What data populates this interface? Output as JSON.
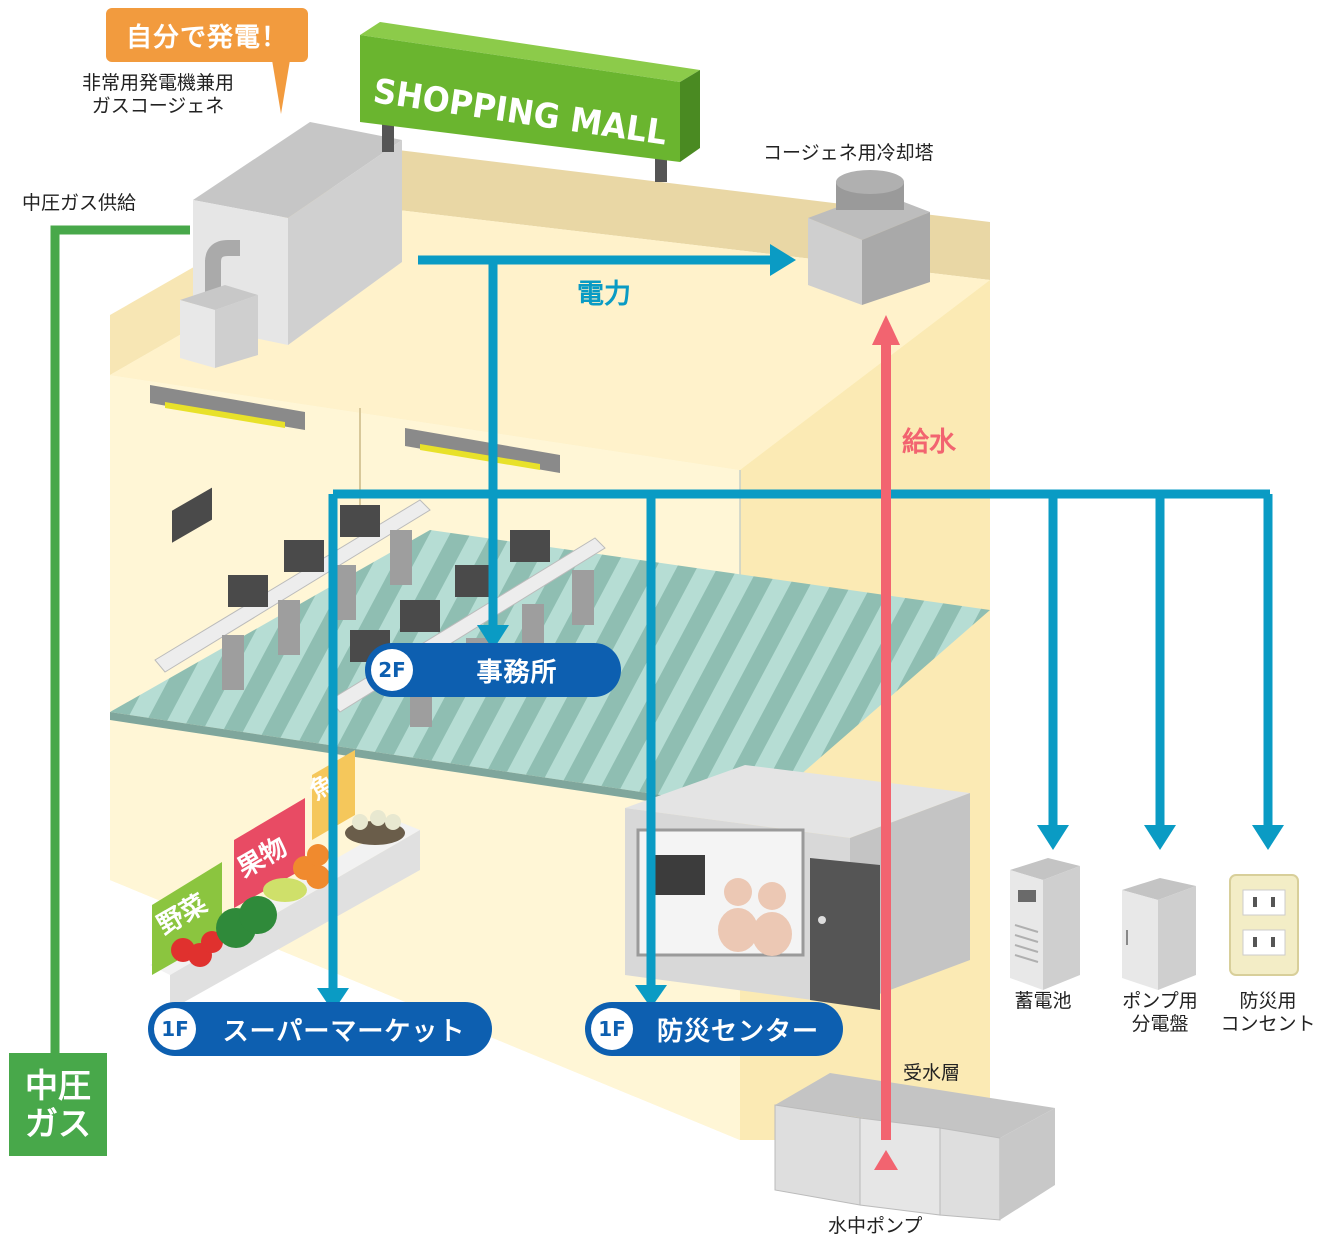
{
  "bubble": "自分で発電！",
  "cogen_label": "非常用発電機兼用\nガスコージェネ",
  "gas_supply_label": "中圧ガス供給",
  "mall_sign": "SHOPPING MALL",
  "cooling_tower_label": "コージェネ用冷却塔",
  "flow_power": "電力",
  "flow_water": "給水",
  "office": {
    "floor": "2F",
    "name": "事務所"
  },
  "supermarket": {
    "floor": "1F",
    "name": "スーパーマーケット"
  },
  "disaster_center": {
    "floor": "1F",
    "name": "防災センター"
  },
  "produce_signs": [
    "野菜",
    "果物",
    "魚"
  ],
  "devices": [
    {
      "label": "蓄電池"
    },
    {
      "label": "ポンプ用\n分電盤"
    },
    {
      "label": "防災用\nコンセント"
    }
  ],
  "tank_label": "受水層",
  "pump_label": "水中ポンプ",
  "medium_gas_box": "中圧\nガス",
  "colors": {
    "power": "#0a9bc4",
    "water": "#f26470",
    "gas": "#48a84a",
    "bubble": "#f29b3e",
    "pill": "#0d5fb0",
    "sign": "#6ab52f"
  }
}
